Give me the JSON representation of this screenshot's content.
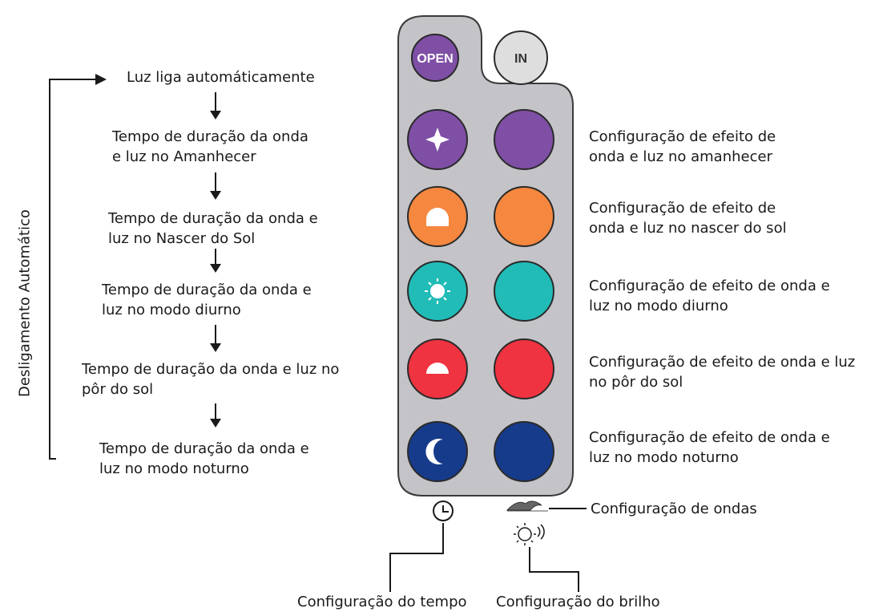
{
  "colors": {
    "purple": "#7f4fa6",
    "orange": "#f5873f",
    "teal": "#21bcb7",
    "red": "#ef3340",
    "navy": "#173b8b",
    "remote_body": "#c4c4c8",
    "in_button": "#dedede"
  },
  "remote": {
    "top_buttons": {
      "open_label": "OPEN",
      "in_label": "IN"
    },
    "rows": [
      {
        "icon": "star-icon",
        "color": "purple"
      },
      {
        "icon": "half-sun-icon",
        "color": "orange"
      },
      {
        "icon": "sun-icon",
        "color": "teal"
      },
      {
        "icon": "sunset-icon",
        "color": "red"
      },
      {
        "icon": "moon-icon",
        "color": "navy"
      }
    ],
    "bottom_icons": [
      "clock-icon",
      "wave-icon",
      "brightness-icon"
    ]
  },
  "left": {
    "vertical_label": "Desligamento Automático",
    "steps": [
      {
        "lines": [
          "Luz liga automáticamente"
        ]
      },
      {
        "lines": [
          "Tempo de duração da onda",
          "e luz no Amanhecer"
        ]
      },
      {
        "lines": [
          "Tempo de duração da onda e",
          "luz no Nascer do Sol"
        ]
      },
      {
        "lines": [
          "Tempo de duração da onda e",
          "luz no modo diurno"
        ]
      },
      {
        "lines": [
          "Tempo de duração da onda e luz no",
          "pôr do sol"
        ]
      },
      {
        "lines": [
          "Tempo de duração da onda e",
          "luz no modo noturno"
        ]
      }
    ]
  },
  "right": {
    "labels": [
      {
        "lines": [
          "Configuração de efeito de",
          "onda e luz no amanhecer"
        ]
      },
      {
        "lines": [
          "Configuração de efeito de",
          "onda e luz no nascer do sol"
        ]
      },
      {
        "lines": [
          "Configuração de efeito de onda e",
          "luz no modo diurno"
        ]
      },
      {
        "lines": [
          "Configuração de efeito de onda e luz",
          "no pôr do sol"
        ]
      },
      {
        "lines": [
          "Configuração de efeito de onda e",
          "luz no modo noturno"
        ]
      }
    ]
  },
  "bottom": {
    "waves_label": "Configuração de ondas",
    "time_label": "Configuração do tempo",
    "brightness_label": "Configuração do brilho"
  }
}
